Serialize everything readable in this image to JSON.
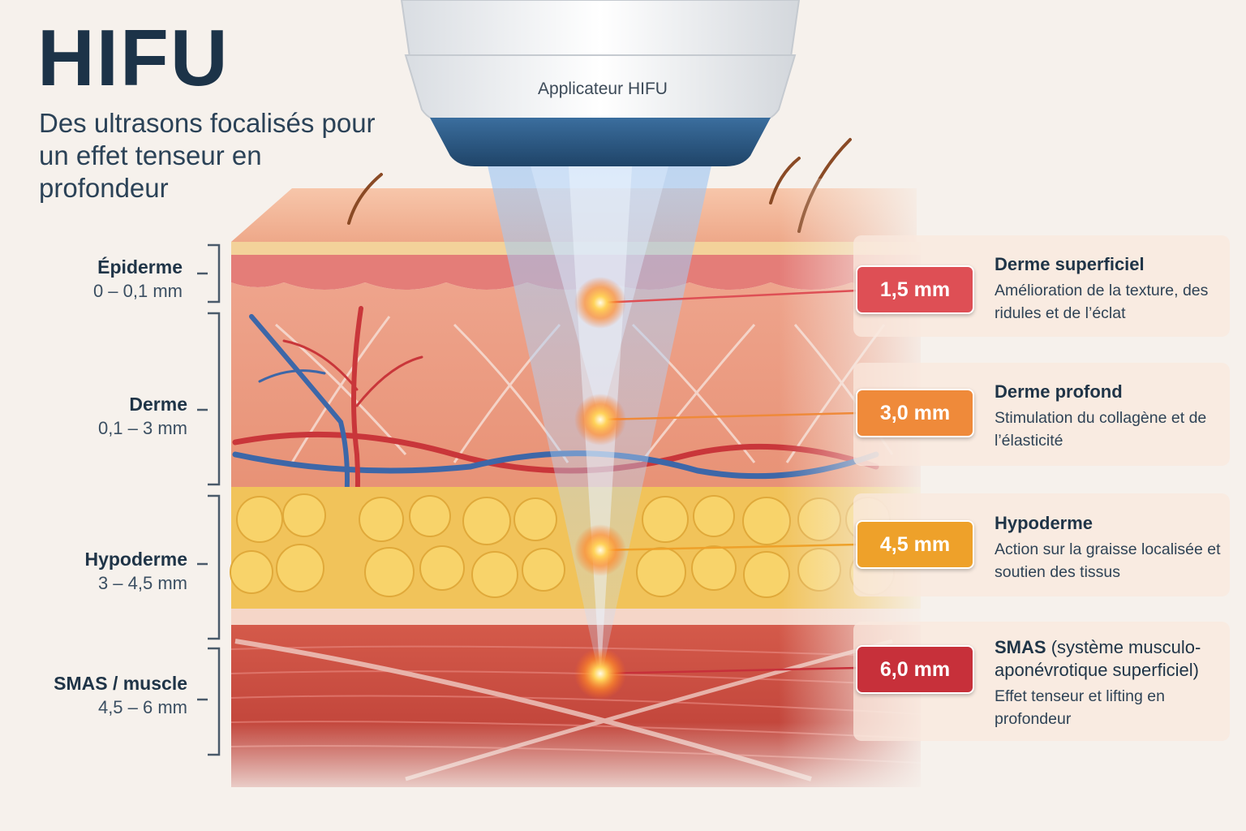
{
  "header": {
    "title": "HIFU",
    "subtitle": "Des ultrasons focalisés pour un effet tenseur en profondeur"
  },
  "applicator": {
    "label": "Applicateur HIFU"
  },
  "layers": [
    {
      "name": "Épiderme",
      "depth": "0 – 0,1 mm"
    },
    {
      "name": "Derme",
      "depth": "0,1 – 3 mm"
    },
    {
      "name": "Hypoderme",
      "depth": "3 – 4,5 mm"
    },
    {
      "name": "SMAS / muscle",
      "depth": "4,5 – 6 mm"
    }
  ],
  "focal_points": [
    {
      "depth": "1,5 mm",
      "title": "Derme superficiel",
      "title_extra": "",
      "description": "Amélioration de la texture, des ridules et de l’éclat",
      "color": "#de4f55"
    },
    {
      "depth": "3,0 mm",
      "title": "Derme profond",
      "title_extra": "",
      "description": "Stimulation du collagène et de l’élasticité",
      "color": "#ef8a3a"
    },
    {
      "depth": "4,5 mm",
      "title": "Hypoderme",
      "title_extra": "",
      "description": "Action sur la graisse localisée et soutien des tissus",
      "color": "#eea12a"
    },
    {
      "depth": "6,0 mm",
      "title": "SMAS",
      "title_extra": "(système musculo-aponévrotique superficiel)",
      "description": "Effet tenseur et lifting en profondeur",
      "color": "#c7303a"
    }
  ],
  "colors": {
    "epidermis": "#e88d84",
    "dermis": "#eb9d84",
    "fat": "#f3c84f",
    "muscle": "#c84a3e",
    "beam": "#8fb8e8",
    "focus": "#ffb23a"
  }
}
